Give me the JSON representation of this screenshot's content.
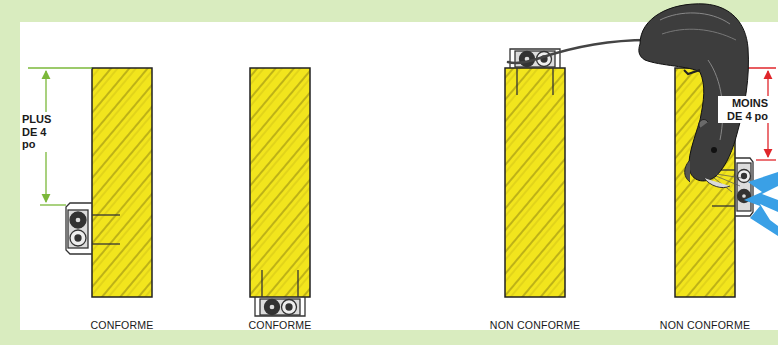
{
  "diagram": {
    "labels": [
      "PLUS DE 4 po",
      "MOINS DE 4 po",
      "CONFORME",
      "CONFORME",
      "NON CONFORME",
      "NON CONFORME"
    ]
  }
}
